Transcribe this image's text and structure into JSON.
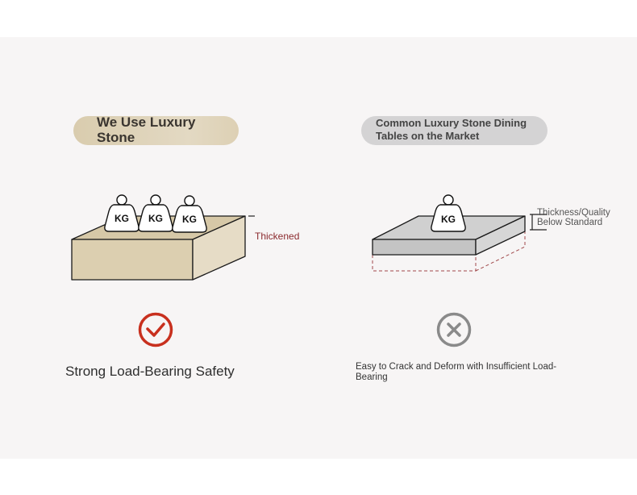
{
  "left": {
    "header": "We Use Luxury Stone",
    "weights": [
      "KG",
      "KG",
      "KG"
    ],
    "annotation": "Thickened",
    "status_icon": "check-circle-icon",
    "caption": "Strong Load-Bearing Safety",
    "colors": {
      "slab": "#d9ccae",
      "check": "#c8301e",
      "annotation": "#8b2a2e"
    }
  },
  "right": {
    "header": "Common Luxury Stone Dining Tables on the Market",
    "weights": [
      "KG"
    ],
    "annotation": "Thickness/Quality Below Standard",
    "status_icon": "x-circle-icon",
    "caption": "Easy to Crack and Deform with Insufficient Load-Bearing",
    "colors": {
      "slab": "#c8c8c8",
      "cross": "#888888",
      "dashed": "#a0484a"
    }
  }
}
